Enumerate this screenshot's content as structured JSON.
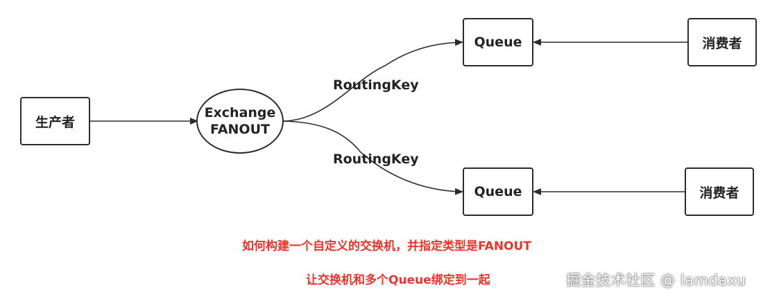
{
  "nodes": {
    "producer": "生产者",
    "exchange_line1": "Exchange",
    "exchange_line2": "FANOUT",
    "queue_top": "Queue",
    "queue_bottom": "Queue",
    "consumer_top": "消费者",
    "consumer_bottom": "消费者"
  },
  "edges": {
    "routing_key_top": "RoutingKey",
    "routing_key_bottom": "RoutingKey"
  },
  "notes": {
    "line1": "如何构建一个自定义的交换机，并指定类型是FANOUT",
    "line2": "让交换机和多个Queue绑定到一起",
    "color": "#e8352b"
  },
  "watermark": "掘金技术社区 @ lamdaxu",
  "colors": {
    "stroke": "#2b2b2b",
    "text": "#222222"
  }
}
